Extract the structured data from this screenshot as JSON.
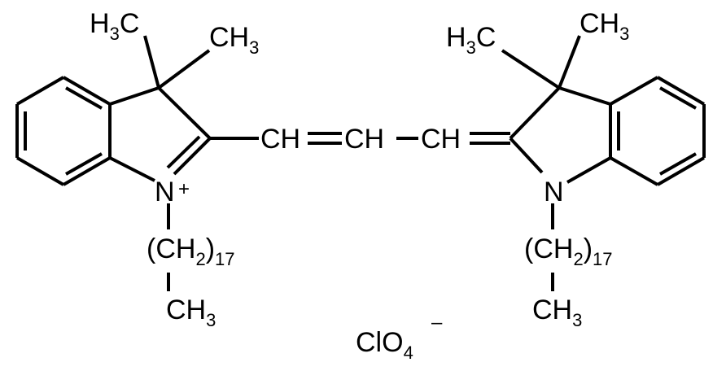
{
  "left": {
    "methyl_a": {
      "main": "H",
      "sub": "3",
      "tail": "C"
    },
    "methyl_b": {
      "main": "CH",
      "sub": "3"
    },
    "nitrogen": "N",
    "charge": "+",
    "chain": {
      "open": "(CH",
      "sub_h": "2",
      "close": ")",
      "repeat": "17"
    },
    "terminal": {
      "main": "CH",
      "sub": "3"
    }
  },
  "bridge": {
    "ch1": "CH",
    "ch2": "CH",
    "ch3": "CH"
  },
  "right": {
    "methyl_a": {
      "main": "H",
      "sub": "3",
      "tail": "C"
    },
    "methyl_b": {
      "main": "CH",
      "sub": "3"
    },
    "nitrogen": "N",
    "chain": {
      "open": "(CH",
      "sub_h": "2",
      "close": ")",
      "repeat": "17"
    },
    "terminal": {
      "main": "CH",
      "sub": "3"
    }
  },
  "counterion": {
    "main": "ClO",
    "sub": "4",
    "charge": "–"
  }
}
